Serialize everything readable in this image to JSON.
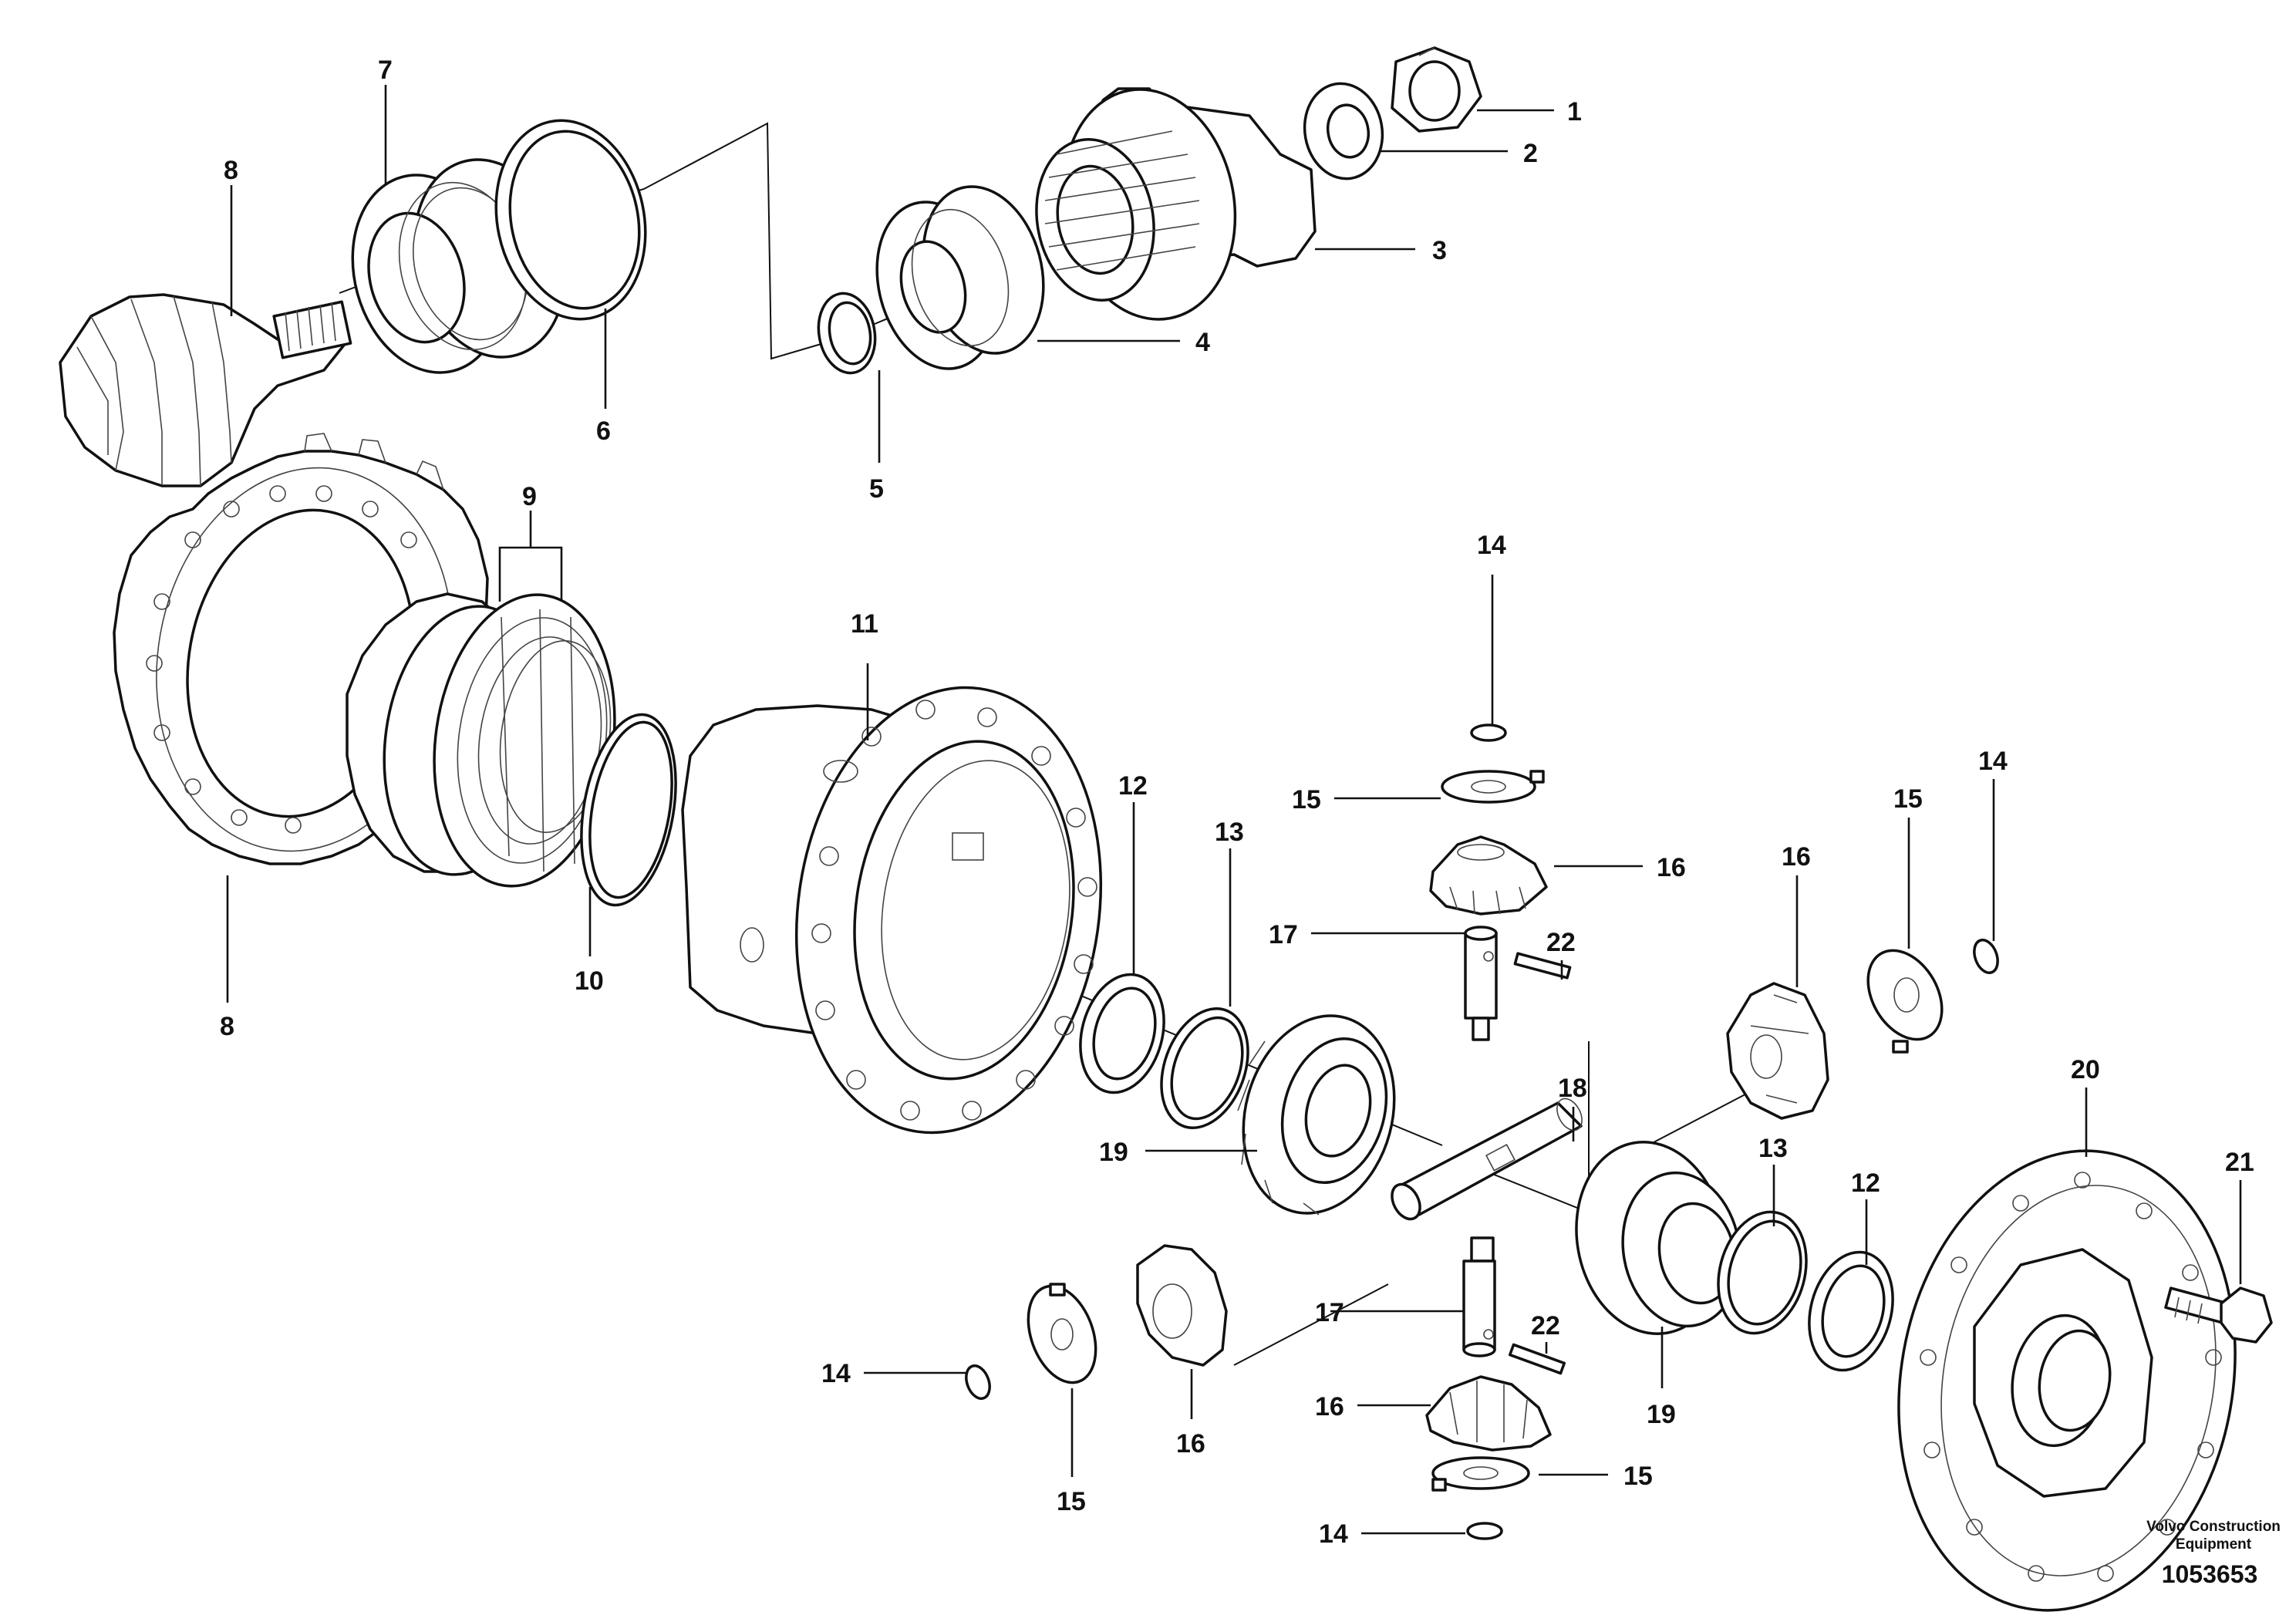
{
  "callouts": [
    {
      "id": "c1",
      "label": "1"
    },
    {
      "id": "c2",
      "label": "2"
    },
    {
      "id": "c3",
      "label": "3"
    },
    {
      "id": "c4",
      "label": "4"
    },
    {
      "id": "c5",
      "label": "5"
    },
    {
      "id": "c6",
      "label": "6"
    },
    {
      "id": "c7",
      "label": "7"
    },
    {
      "id": "c8a",
      "label": "8"
    },
    {
      "id": "c8b",
      "label": "8"
    },
    {
      "id": "c9",
      "label": "9"
    },
    {
      "id": "c10",
      "label": "10"
    },
    {
      "id": "c11",
      "label": "11"
    },
    {
      "id": "c12a",
      "label": "12"
    },
    {
      "id": "c12b",
      "label": "12"
    },
    {
      "id": "c13a",
      "label": "13"
    },
    {
      "id": "c13b",
      "label": "13"
    },
    {
      "id": "c14a",
      "label": "14"
    },
    {
      "id": "c14b",
      "label": "14"
    },
    {
      "id": "c14c",
      "label": "14"
    },
    {
      "id": "c14d",
      "label": "14"
    },
    {
      "id": "c15a",
      "label": "15"
    },
    {
      "id": "c15b",
      "label": "15"
    },
    {
      "id": "c15c",
      "label": "15"
    },
    {
      "id": "c15d",
      "label": "15"
    },
    {
      "id": "c16a",
      "label": "16"
    },
    {
      "id": "c16b",
      "label": "16"
    },
    {
      "id": "c16c",
      "label": "16"
    },
    {
      "id": "c16d",
      "label": "16"
    },
    {
      "id": "c17a",
      "label": "17"
    },
    {
      "id": "c17b",
      "label": "17"
    },
    {
      "id": "c18",
      "label": "18"
    },
    {
      "id": "c19a",
      "label": "19"
    },
    {
      "id": "c19b",
      "label": "19"
    },
    {
      "id": "c20",
      "label": "20"
    },
    {
      "id": "c21",
      "label": "21"
    },
    {
      "id": "c22a",
      "label": "22"
    },
    {
      "id": "c22b",
      "label": "22"
    }
  ],
  "footer": {
    "brand_line1": "Volvo Construction",
    "brand_line2": "Equipment",
    "drawing_number": "1053653"
  }
}
